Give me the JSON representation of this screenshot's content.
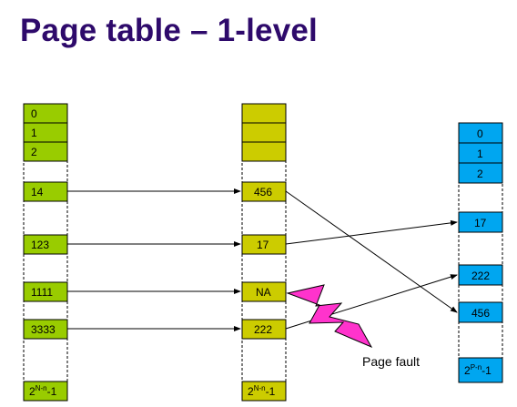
{
  "title": "Page table – 1-level",
  "colors": {
    "virtual_fill": "#99cc00",
    "pagetable_fill": "#cccc00",
    "physical_fill": "#00a6f0",
    "fault_bolt": "#ff33cc",
    "title": "#2e0a6b"
  },
  "virtual_pages": {
    "cells": [
      "0",
      "1",
      "2",
      "14",
      "123",
      "1111",
      "3333"
    ],
    "last": {
      "base": "2",
      "exp": "N-n",
      "suffix": "-1"
    }
  },
  "page_table": {
    "cells": [
      "",
      "",
      "",
      "456",
      "17",
      "NA",
      "222"
    ],
    "last": {
      "base": "2",
      "exp": "N-n",
      "suffix": "-1"
    }
  },
  "physical_frames": {
    "cells": [
      "0",
      "1",
      "2",
      "17",
      "222",
      "456"
    ],
    "last": {
      "base": "2",
      "exp": "P-n",
      "suffix": "-1"
    }
  },
  "annotation": {
    "page_fault": "Page fault",
    "icon": "lightning-bolt-icon"
  }
}
